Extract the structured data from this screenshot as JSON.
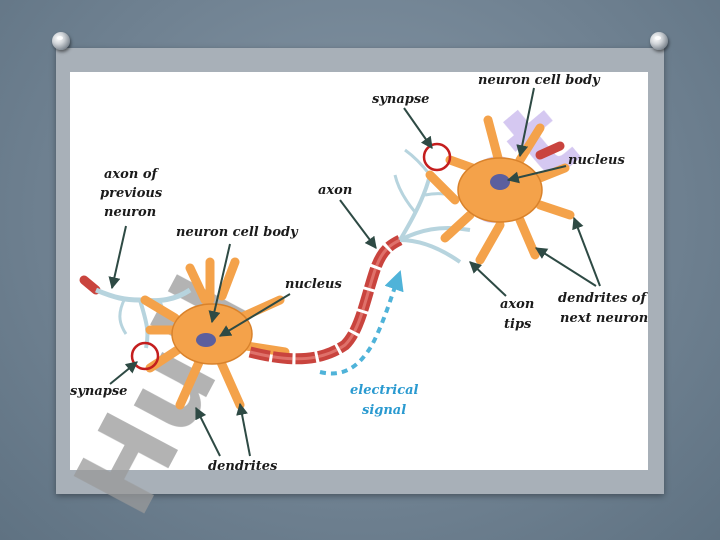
{
  "labels": {
    "axon_previous_1": "axon of",
    "axon_previous_2": "previous",
    "axon_previous_3": "neuron",
    "cell_body_left": "neuron cell body",
    "nucleus_left": "nucleus",
    "synapse_left": "synapse",
    "dendrites_left": "dendrites",
    "axon": "axon",
    "electrical_1": "electrical",
    "electrical_2": "signal",
    "synapse_right": "synapse",
    "cell_body_right": "neuron cell body",
    "nucleus_right": "nucleus",
    "axon_tips_1": "axon",
    "axon_tips_2": "tips",
    "dendrites_next_1": "dendrites of",
    "dendrites_next_2": "next neuron"
  },
  "watermark": {
    "text_gray": "Hull",
    "text_purple": "ot",
    "note": ""
  },
  "colors": {
    "cell_body": "#f4a24a",
    "cell_edge": "#d9822b",
    "nucleus": "#5b5f9e",
    "axon_sheath": "#c9443e",
    "dendrite_blue": "#b7d4de",
    "signal": "#4fb3d9",
    "synapse_circle": "#c41e1e"
  }
}
